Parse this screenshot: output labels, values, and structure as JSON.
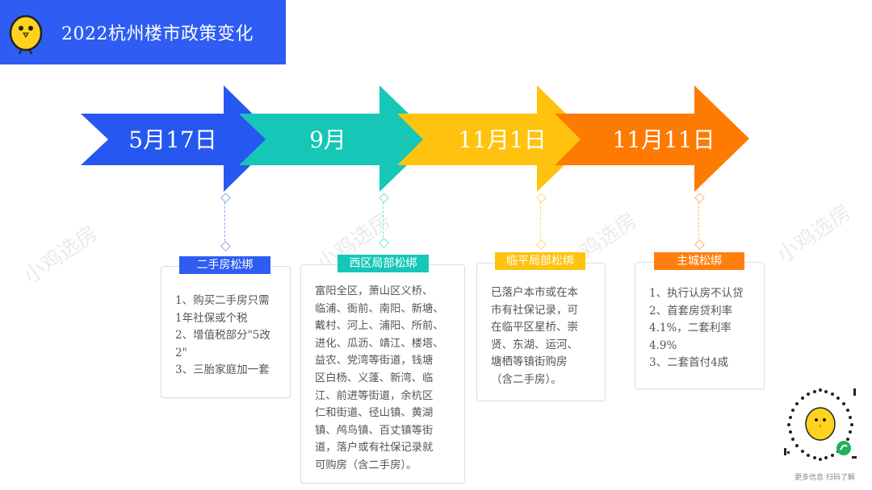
{
  "header": {
    "title": "2022杭州楼市政策变化",
    "logo_icon": "chick-logo-icon"
  },
  "timeline": [
    {
      "date": "5月17日",
      "color": "#2657f0",
      "tag": "二手房松绑",
      "tag_color": "#2f5cf2",
      "body": "1、购买二手房只需\n1年社保或个税\n2、增值税部分\"5改\n2\"\n3、三胎家庭加一套"
    },
    {
      "date": "9月",
      "color": "#16c7b8",
      "tag": "西区局部松绑",
      "tag_color": "#16c7b8",
      "body": "富阳全区，萧山区义桥、\n临浦、衙前、南阳、新塘、\n戴村、河上、浦阳、所前、\n进化、瓜沥、靖江、楼塔、\n益农、党湾等街道，钱塘\n区白杨、义蓬、新湾、临\n江、前进等街道，余杭区\n仁和街道、径山镇、黄湖\n镇、鸬鸟镇、百丈镇等街\n道，落户或有社保记录就\n可购房（含二手房）。"
    },
    {
      "date": "11月1日",
      "color": "#ffc20e",
      "tag": "临平局部松绑",
      "tag_color": "#ffc20e",
      "body": "已落户本市或在本\n市有社保记录，可\n在临平区星桥、崇\n贤、东湖、运河、\n塘栖等镇街购房\n（含二手房）。"
    },
    {
      "date": "11月11日",
      "color": "#ff7a00",
      "tag": "主城松绑",
      "tag_color": "#ff7f0e",
      "body": "1、执行认房不认贷\n2、首套房贷利率\n4.1%，二套利率\n4.9%\n3、二套首付4成"
    }
  ],
  "watermark": "小鸡选房",
  "qr": {
    "icon": "qr-code-icon",
    "caption": "更多信息 扫码了解"
  }
}
